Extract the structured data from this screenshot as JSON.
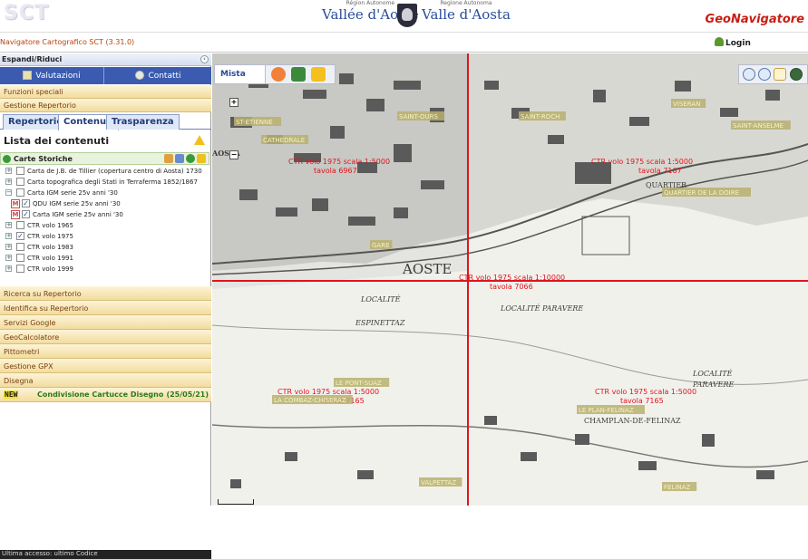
{
  "header": {
    "logo": "SCT",
    "region_left_small": "Région Autonome",
    "region_left": "Vallée d'Aoste",
    "region_right_small": "Regione Autonoma",
    "region_right": "Valle d'Aosta",
    "brand": "GeoNavigatore"
  },
  "subbar": {
    "version": "Navigatore Cartografico SCT (3.31.0)",
    "login": "Login"
  },
  "panel": {
    "expand_label": "Espandi/Riduci",
    "tab_valutazioni": "Valutazioni",
    "tab_contatti": "Contatti",
    "funzioni_speciali": "Funzioni speciali",
    "gestione_repertorio": "Gestione Repertorio",
    "tab_repertorio": "Repertorio",
    "tab_contenuti": "Contenuti",
    "tab_trasparenza": "Trasparenza",
    "list_title": "Lista dei contenuti",
    "group_label": "Carte Storiche",
    "layers": [
      {
        "label": "Carta de J.B. de Tillier (copertura centro di Aosta) 1730",
        "checked": false
      },
      {
        "label": "Carta topografica degli Stati in Terraferma 1852/1867",
        "checked": false
      },
      {
        "label": "Carta IGM serie 25v anni '30",
        "checked": false
      },
      {
        "label": "QDU IGM serie 25v anni '30",
        "checked": true
      },
      {
        "label": "Carta IGM serie 25v anni '30",
        "checked": true
      },
      {
        "label": "CTR volo 1965",
        "checked": false
      },
      {
        "label": "CTR volo 1975",
        "checked": true
      },
      {
        "label": "CTR volo 1983",
        "checked": false
      },
      {
        "label": "CTR volo 1991",
        "checked": false
      },
      {
        "label": "CTR volo 1999",
        "checked": false
      }
    ],
    "accordions": [
      "Ricerca su Repertorio",
      "Identifica su Repertorio",
      "Servizi Google",
      "GeoCalcolatore",
      "Pittometri",
      "Gestione GPX",
      "Disegna"
    ],
    "new_badge": "NEW",
    "condivisione": "Condivisione Cartucce Disegno",
    "condivisione_date": "(25/05/21)",
    "footer": "Ultima accesso: ultimo Codice"
  },
  "map": {
    "mode": "Mista",
    "grid_labels": [
      "CTR volo 1975 scala 1:5000",
      "tavola 6967",
      "CTR volo 1975 scala 1:5000",
      "tavola 7167",
      "CTR volo 1975 scala 1:10000",
      "tavola 7066",
      "CTR volo 1975 scala 1:5000",
      "tavola 7165",
      "CTR volo 1975 scala 1:5000",
      "tavola 7165"
    ],
    "places": [
      "ST-ETIENNE",
      "SAINT-OURS",
      "SAINT-ROCH",
      "VISERAN",
      "SAINT-ANSELME",
      "CATHEDRALE",
      "QUARTIER DE LA DOIRE",
      "LE PONT-SUAZ",
      "LA COMBAZ-CHISERAZ",
      "LE PLAN-FELINAZ",
      "VALPETTAZ",
      "FELINAZ",
      "GARE"
    ],
    "locs": [
      "AOSTE",
      "AOSTA",
      "LOCALITÉ",
      "ESPINETTAZ",
      "LOCALITÉ PARAVERE",
      "LOCALITÉ",
      "PARAVERE",
      "CHAMPLAN-DE-FELINAZ",
      "QUARTIER"
    ],
    "colors": {
      "grid": "#e0141e",
      "accent": "#3b5bb0"
    }
  }
}
